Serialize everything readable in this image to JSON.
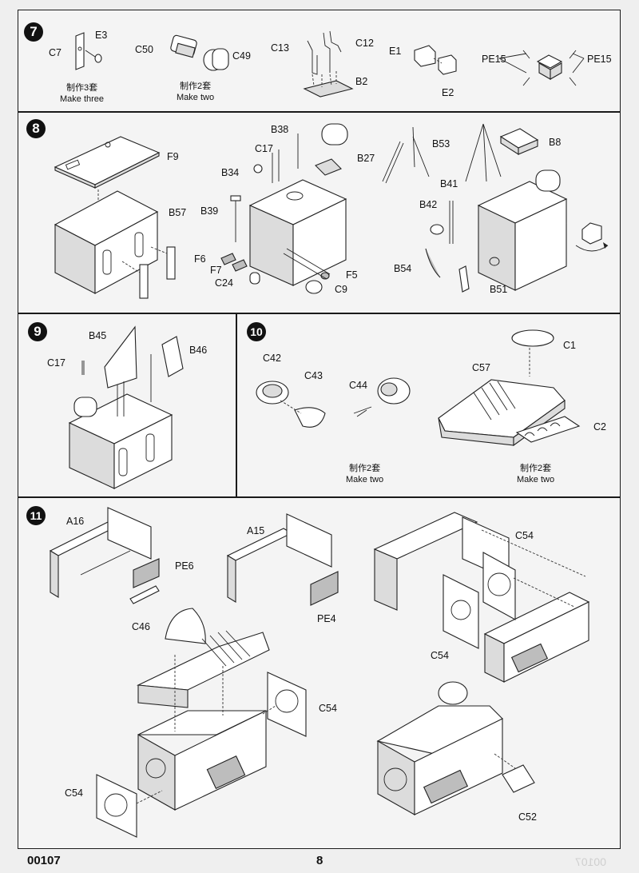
{
  "footer": {
    "code": "00107",
    "page": "8",
    "ghost": "00107"
  },
  "step7": {
    "number": "7",
    "labels": {
      "c7": "C7",
      "e3": "E3",
      "c50": "C50",
      "c49": "C49",
      "c13": "C13",
      "c12": "C12",
      "b2": "B2",
      "e1": "E1",
      "e2": "E2",
      "pe15a": "PE15",
      "pe15b": "PE15"
    },
    "note1_cn": "制作3套",
    "note1_en": "Make three",
    "note2_cn": "制作2套",
    "note2_en": "Make two"
  },
  "step8": {
    "number": "8",
    "labels": {
      "f9": "F9",
      "b57": "B57",
      "b38": "B38",
      "c17": "C17",
      "b34": "B34",
      "b39": "B39",
      "f6": "F6",
      "f7": "F7",
      "c24": "C24",
      "f5": "F5",
      "c9": "C9",
      "b27": "B27",
      "b53": "B53",
      "b8": "B8",
      "b41": "B41",
      "b42": "B42",
      "b54": "B54",
      "b51": "B51"
    }
  },
  "step9": {
    "number": "9",
    "labels": {
      "b45": "B45",
      "b46": "B46",
      "c17": "C17"
    }
  },
  "step10": {
    "number": "10",
    "labels": {
      "c42": "C42",
      "c43": "C43",
      "c44": "C44",
      "c1": "C1",
      "c57": "C57",
      "c2": "C2"
    },
    "note1_cn": "制作2套",
    "note1_en": "Make two",
    "note2_cn": "制作2套",
    "note2_en": "Make two"
  },
  "step11": {
    "number": "11",
    "labels": {
      "a16": "A16",
      "pe6": "PE6",
      "c46": "C46",
      "a15": "A15",
      "pe4": "PE4",
      "c54a": "C54",
      "c54b": "C54",
      "c54c": "C54",
      "c54d": "C54",
      "c52": "C52"
    }
  }
}
